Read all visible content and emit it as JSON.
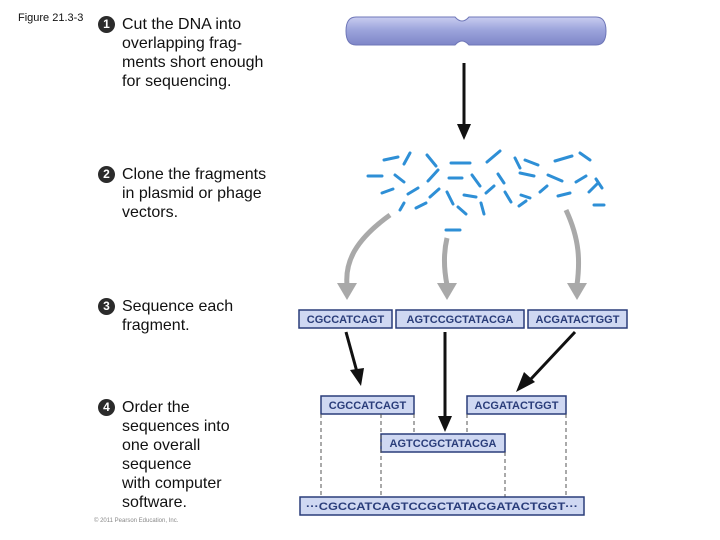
{
  "figure_label": "Figure 21.3-3",
  "steps": [
    {
      "num": "1",
      "text": "Cut the DNA into\noverlapping frag-\nments short enough\nfor sequencing."
    },
    {
      "num": "2",
      "text": "Clone the fragments\nin plasmid or phage\nvectors."
    },
    {
      "num": "3",
      "text": "Sequence each\nfragment."
    },
    {
      "num": "4",
      "text": "Order the\nsequences into\none overall\nsequence\nwith computer\nsoftware."
    }
  ],
  "fragments": [
    "CGCCATCAGT",
    "AGTCCGCTATACGA",
    "ACGATACTGGT"
  ],
  "overall_sequence": "···CGCCATCAGTCCGCTATACGATACTGGT···",
  "copyright": "© 2011 Pearson Education, Inc.",
  "colors": {
    "chromosome": "#9da5dc",
    "fragment": "#2e8fd6",
    "box": "#cfd8f2",
    "box_border": "#2a3d7a",
    "arrow_gray": "#a9a9a9"
  }
}
